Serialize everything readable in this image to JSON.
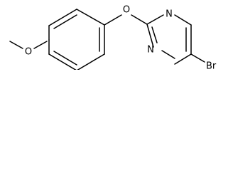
{
  "molecule": {
    "atom_labels": {
      "ether_oxygen": "O",
      "methoxy_oxygen": "O",
      "nitrogen_top": "N",
      "nitrogen_bottom": "N",
      "bromine": "Br"
    }
  }
}
